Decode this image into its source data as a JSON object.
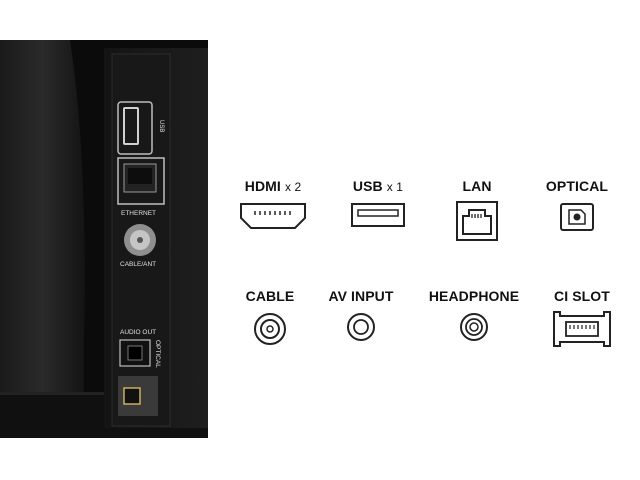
{
  "photo": {
    "panel_labels": {
      "usb": "USB",
      "ethernet": "ETHERNET",
      "cable_ant": "CABLE/ANT",
      "audio_out": "AUDIO OUT",
      "optical": "OPTICAL"
    }
  },
  "ports": [
    {
      "name": "HDMI",
      "suffix": "x 2",
      "icon": "hdmi-icon"
    },
    {
      "name": "USB",
      "suffix": "x 1",
      "icon": "usb-icon"
    },
    {
      "name": "LAN",
      "suffix": "",
      "icon": "lan-icon"
    },
    {
      "name": "OPTICAL",
      "suffix": "",
      "icon": "optical-icon"
    },
    {
      "name": "CABLE",
      "suffix": "",
      "icon": "coax-icon"
    },
    {
      "name": "AV INPUT",
      "suffix": "",
      "icon": "av-input-icon"
    },
    {
      "name": "HEADPHONE",
      "suffix": "",
      "icon": "headphone-jack-icon"
    },
    {
      "name": "CI SLOT",
      "suffix": "",
      "icon": "ci-slot-icon"
    }
  ]
}
